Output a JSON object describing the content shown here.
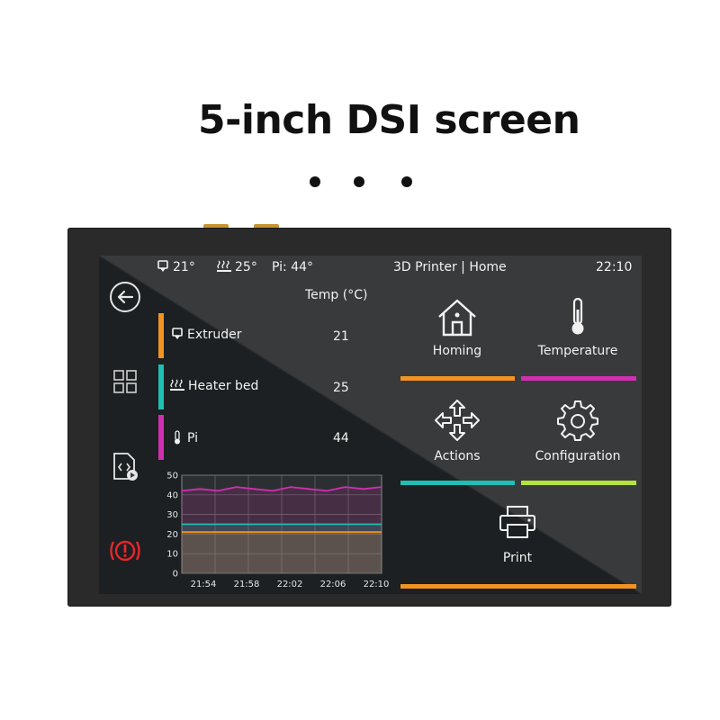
{
  "headline": "5-inch DSI screen",
  "status_bar": {
    "extruder_temp": "21°",
    "bed_temp": "25°",
    "pi_temp": "Pi: 44°",
    "title": "3D Printer | Home",
    "clock": "22:10"
  },
  "sidebar": {
    "icons": [
      "back-arrow-icon",
      "grid-icon",
      "file-code-icon",
      "emergency-stop-icon"
    ],
    "emergency_color": "#e8262b"
  },
  "temps": {
    "header": "Temp (°C)",
    "rows": [
      {
        "label": "Extruder",
        "value": "21",
        "color": "#f39321"
      },
      {
        "label": "Heater bed",
        "value": "25",
        "color": "#1fbfb4"
      },
      {
        "label": "Pi",
        "value": "44",
        "color": "#d12fb1"
      }
    ]
  },
  "menu": {
    "tiles": [
      {
        "label": "Homing",
        "icon": "home-icon",
        "color": "#f39321"
      },
      {
        "label": "Temperature",
        "icon": "thermometer-icon",
        "color": "#d12fb1"
      },
      {
        "label": "Actions",
        "icon": "move-arrows-icon",
        "color": "#1fbfb4"
      },
      {
        "label": "Configuration",
        "icon": "gear-icon",
        "color": "#b4e33a"
      },
      {
        "label": "Print",
        "icon": "printer-icon",
        "color": "#f39321"
      }
    ]
  },
  "chart_data": {
    "type": "line",
    "x": [
      "21:54",
      "21:58",
      "22:02",
      "22:06",
      "22:10"
    ],
    "ylim": [
      0,
      50
    ],
    "yticks": [
      0,
      10,
      20,
      30,
      40,
      50
    ],
    "grid": true,
    "series": [
      {
        "name": "Pi",
        "color": "#d12fb1",
        "values": [
          42,
          43,
          42,
          44,
          43,
          42,
          44,
          43,
          42,
          44,
          43,
          44
        ]
      },
      {
        "name": "Heater bed",
        "color": "#1fbfb4",
        "values": [
          25,
          25,
          25,
          25,
          25,
          25,
          25,
          25,
          25,
          25,
          25,
          25
        ]
      },
      {
        "name": "Extruder",
        "color": "#f39321",
        "values": [
          21,
          21,
          21,
          21,
          21,
          21,
          21,
          21,
          21,
          21,
          21,
          21
        ]
      }
    ]
  }
}
